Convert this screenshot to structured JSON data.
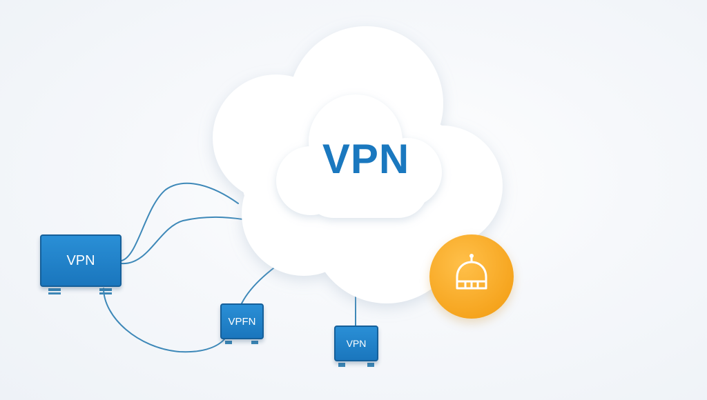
{
  "diagram": {
    "cloud": {
      "label": "VPN"
    },
    "devices": [
      {
        "id": "main",
        "label": "VPN"
      },
      {
        "id": "mid",
        "label": "VPFN"
      },
      {
        "id": "right",
        "label": "VPN"
      }
    ],
    "badge": {
      "icon": "lock-icon",
      "color": "#f6a51f"
    },
    "colors": {
      "accent": "#1a78bf",
      "device": "#1f80c8",
      "cable": "#3d88b8"
    }
  }
}
